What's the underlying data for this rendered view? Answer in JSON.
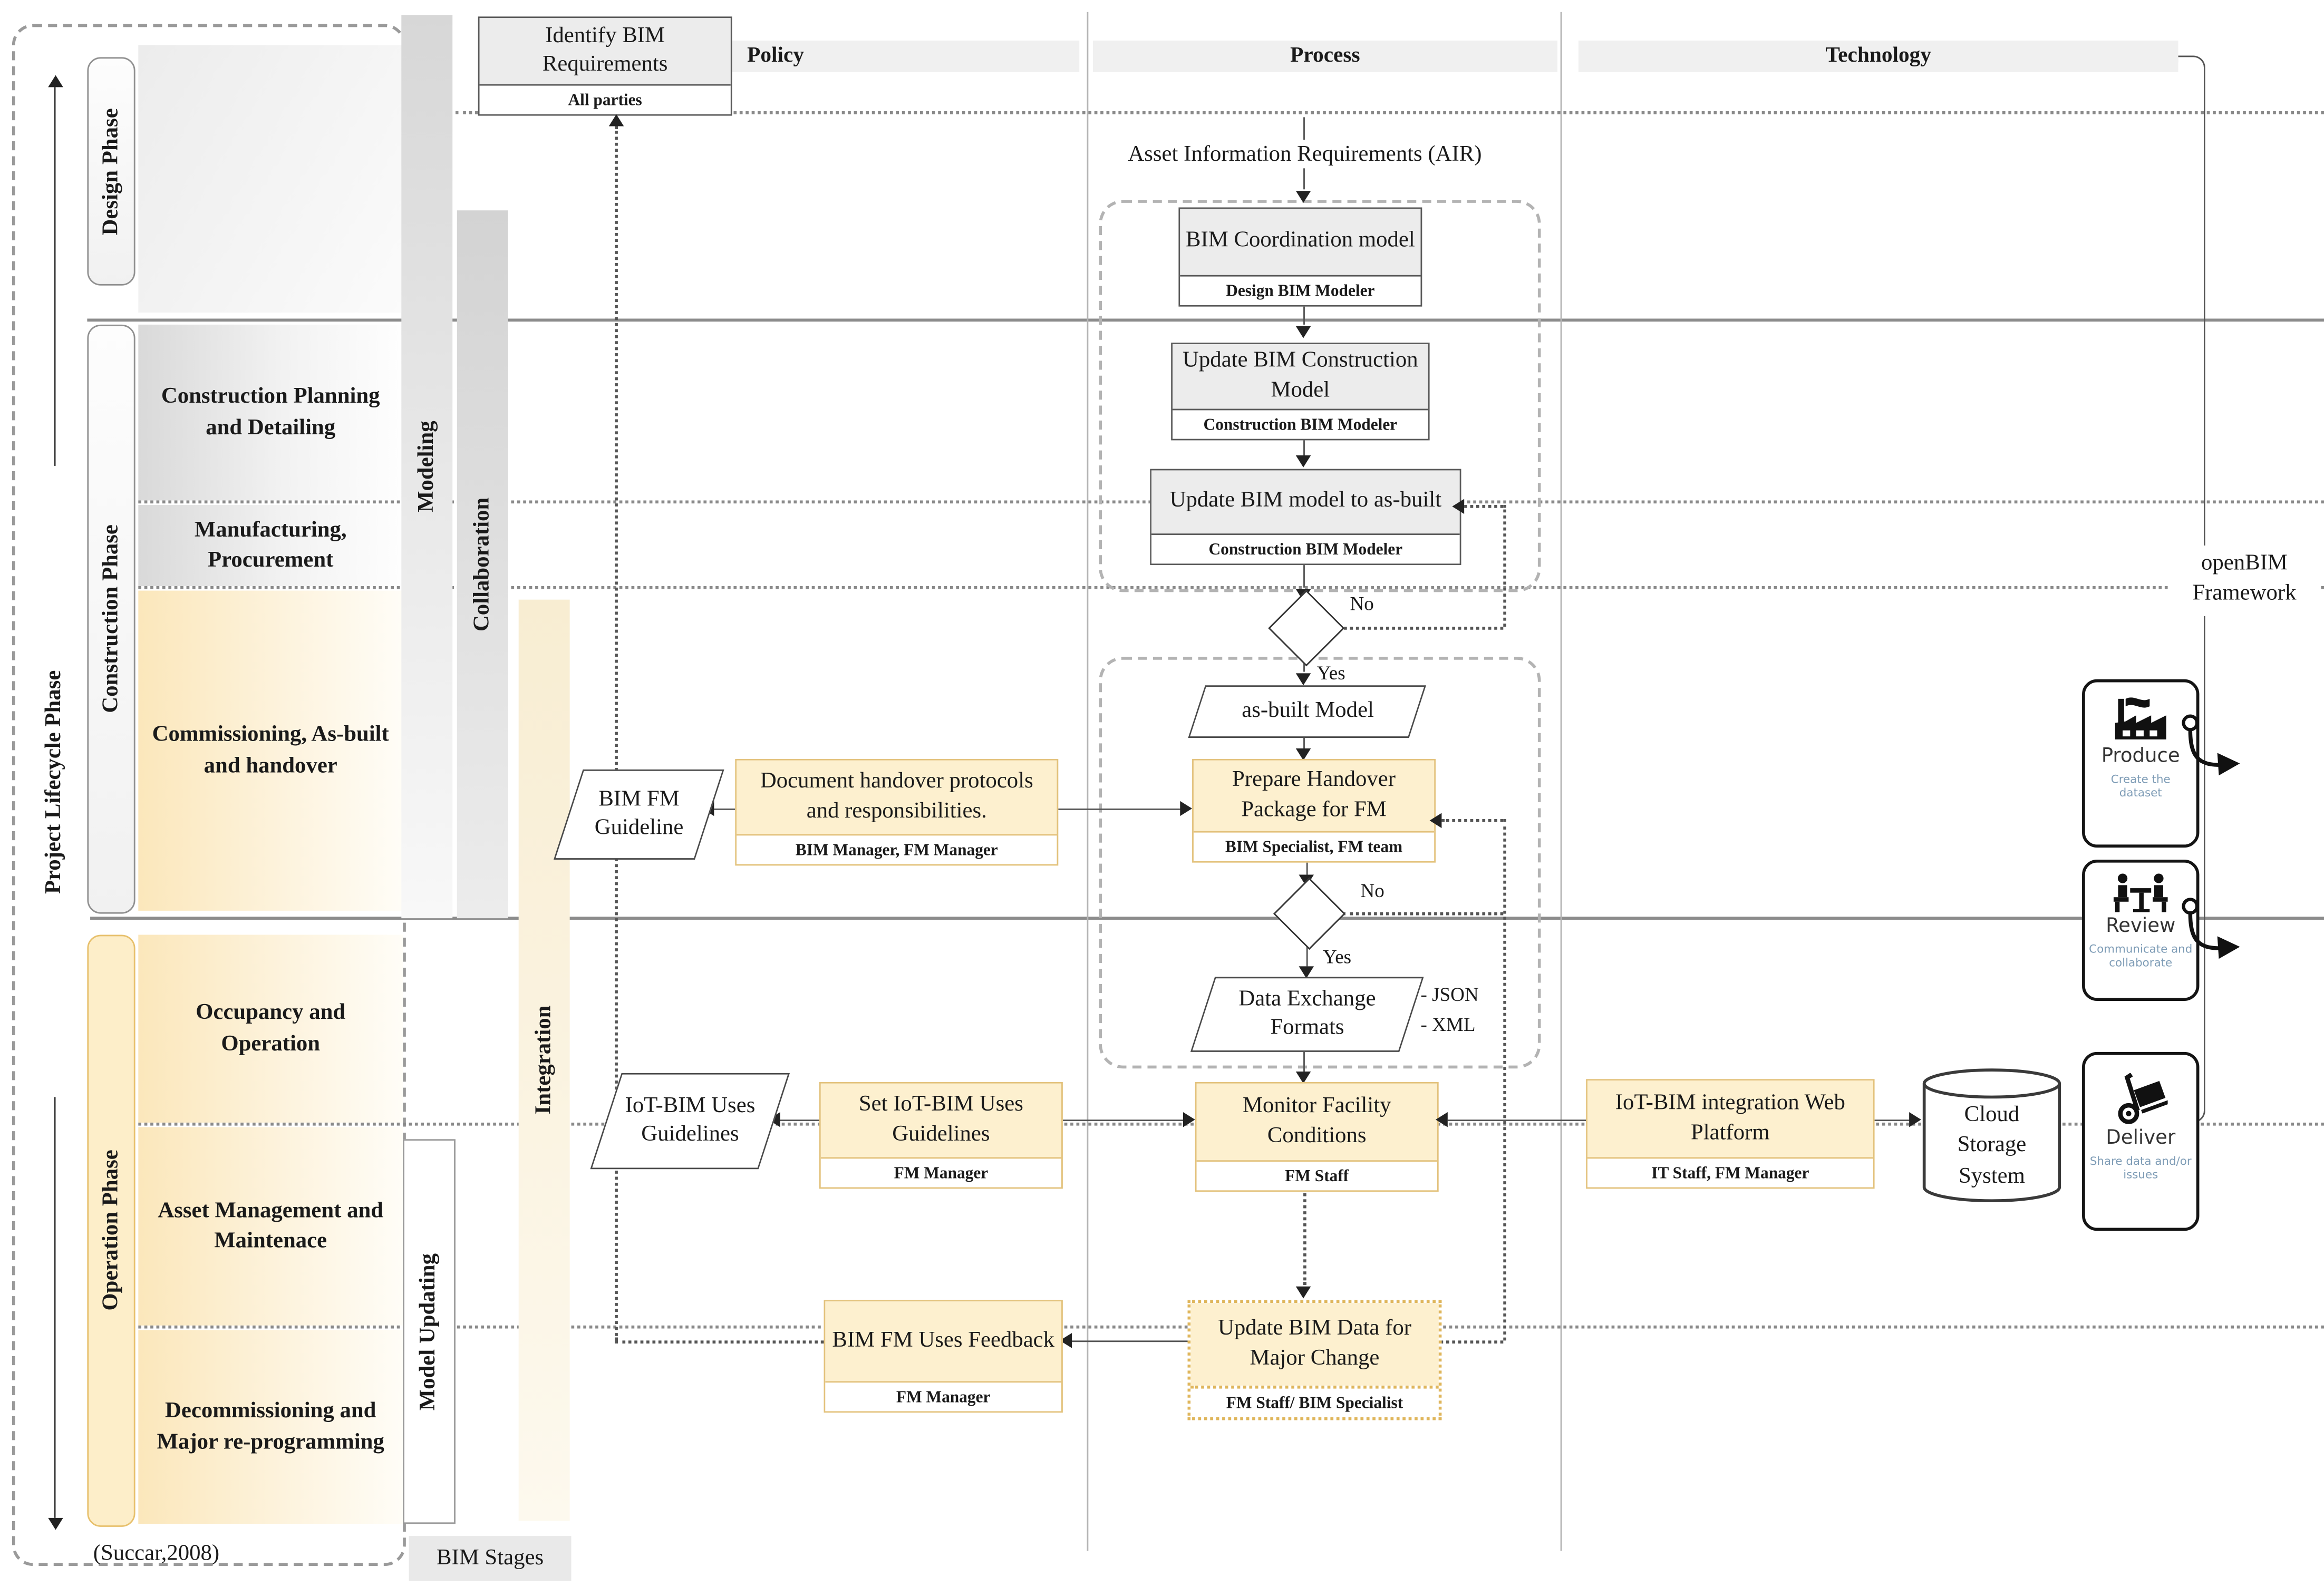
{
  "header": {
    "columns": [
      "Policy",
      "Process",
      "Technology"
    ]
  },
  "lifecycle": {
    "axis_label": "Project Lifecycle Phase",
    "credit": "(Succar,2008)",
    "phases": [
      {
        "label": "Design Phase"
      },
      {
        "label": "Construction Phase"
      },
      {
        "label": "Operation Phase"
      }
    ],
    "rows": [
      {
        "label": "Construction Planning and Detailing"
      },
      {
        "label": "Manufacturing, Procurement"
      },
      {
        "label": "Commissioning, As-built and handover"
      },
      {
        "label": "Occupancy and Operation"
      },
      {
        "label": "Asset Management and Maintenace"
      },
      {
        "label": "Decommissioning and Major re-programming"
      }
    ]
  },
  "stages": {
    "footer": "BIM Stages",
    "bars": [
      {
        "label": "Modeling"
      },
      {
        "label": "Collaboration"
      },
      {
        "label": "Integration"
      },
      {
        "label": "Model Updating"
      }
    ]
  },
  "flow": {
    "identify": {
      "title": "Identify BIM Requirements",
      "actor": "All parties"
    },
    "air_label": "Asset Information Requirements (AIR)",
    "bim_coordination": {
      "title": "BIM Coordination model",
      "actor": "Design BIM Modeler"
    },
    "update_construction": {
      "title": "Update BIM Construction Model",
      "actor": "Construction BIM Modeler"
    },
    "update_asbuilt": {
      "title": "Update BIM model to as-built",
      "actor": "Construction BIM Modeler"
    },
    "decision1": {
      "no": "No",
      "yes": "Yes"
    },
    "asbuilt_model": "as-built Model",
    "prepare_handover": {
      "title": "Prepare Handover Package for FM",
      "actor": "BIM Specialist, FM team"
    },
    "decision2": {
      "no": "No",
      "yes": "Yes"
    },
    "data_exchange": {
      "title": "Data Exchange Formats",
      "notes": [
        "- JSON",
        "- XML"
      ]
    },
    "monitor": {
      "title": "Monitor Facility Conditions",
      "actor": "FM Staff"
    },
    "update_bim_data": {
      "title": "Update BIM Data for Major Change",
      "actor": "FM Staff/ BIM Specialist"
    }
  },
  "policy": {
    "document_handover": {
      "title": "Document handover protocols and responsibilities.",
      "actor": "BIM Manager, FM Manager"
    },
    "bim_fm_guideline": "BIM FM Guideline",
    "set_iot_guidelines": {
      "title": "Set IoT-BIM Uses Guidelines",
      "actor": "FM Manager"
    },
    "iot_uses_guidelines": "IoT-BIM Uses Guidelines",
    "fm_uses_feedback": {
      "title": "BIM FM Uses Feedback",
      "actor": "FM Manager"
    }
  },
  "technology": {
    "platform": {
      "title": "IoT-BIM integration Web Platform",
      "actor": "IT Staff, FM Manager"
    },
    "cloud": "Cloud Storage System",
    "openbim": "openBIM Framework",
    "badges": [
      {
        "label": "Produce",
        "sub": "Create the dataset"
      },
      {
        "label": "Review",
        "sub": "Communicate and collaborate"
      },
      {
        "label": "Deliver",
        "sub": "Share data and/or issues"
      }
    ]
  },
  "colors": {
    "node_yellow": "#fdf0cf",
    "yellow_border": "#e3c27c",
    "node_gray": "#ececec",
    "badge_sub_text": "#7e9cb6"
  }
}
